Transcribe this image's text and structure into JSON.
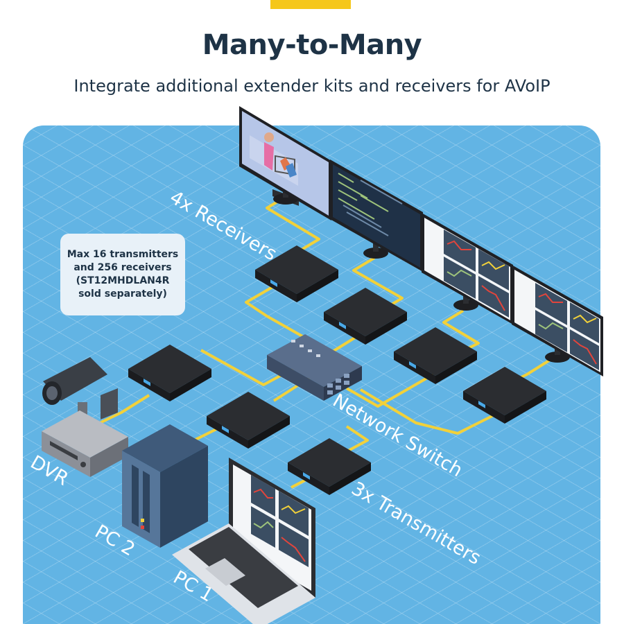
{
  "header": {
    "title": "Many-to-Many",
    "subtitle": "Integrate additional extender kits and receivers for AVoIP"
  },
  "note": {
    "text": "Max 16 transmitters\nand 256 receivers\n(ST12MHDLAN4R\nsold separately)"
  },
  "labels": {
    "receivers": "4x Receivers",
    "network_switch": "Network Switch",
    "transmitters": "3x Transmitters",
    "dvr": "DVR",
    "pc2": "PC 2",
    "pc1": "PC 1"
  },
  "colors": {
    "accent": "#f5c71a",
    "background": "#62b4e4",
    "cable": "#f2d13a",
    "device": "#2b2d31",
    "text_dark": "#1e3346"
  }
}
